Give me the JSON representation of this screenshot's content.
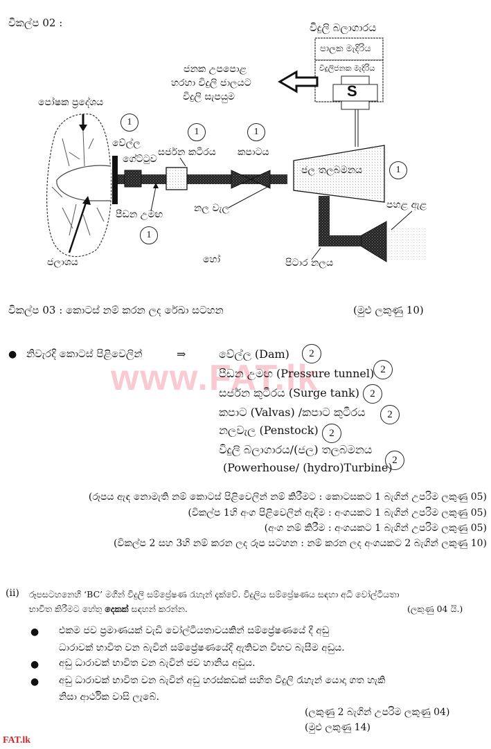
{
  "option2": {
    "title": "විකල්ප 02 :",
    "diagram": {
      "powerhouse_label": "විදුලි බලාගාරය",
      "control_room_label": "පාලක මැදිරිය",
      "generator_room_label": "විදුලිජනක මැදිරිය",
      "generator_symbol": "S",
      "supply_text": [
        "ජනක උපපොළ",
        "හරහා විදුලි ජාලයට",
        "විදුලි සැපයුම"
      ],
      "catchment_label": "පෝෂක ප්‍රදේශය",
      "dam_label": "වේල්ල",
      "gate_label": "ගේට්ටුව",
      "surge_tank_label": "සර්ජන කටීරය",
      "valve_label": "කපාටය",
      "turbine_label": "ජල තලබමනය",
      "pressure_tunnel_label": "පීඩන උමඟ",
      "penstock_label": "නල වැල",
      "reservoir_label": "ජලාශය",
      "or_label": "හෝ",
      "draft_tube_label": "පිටාර නලය",
      "tailrace_label": "පහළ ඇළ",
      "marks": [
        "1",
        "1",
        "1",
        "1",
        "1"
      ]
    }
  },
  "option3": {
    "title": "විකල්ප 03 : කොටස් නම් කරන ලද රේඛා සටහන",
    "total_marks": "(මුළු ලකුණු 10)"
  },
  "parts": {
    "intro": "නිවැරදි කොටස් පිළිවෙලින්",
    "arrow": "⇒",
    "items": [
      {
        "label": "වේල්ල (Dam)",
        "mark": "2"
      },
      {
        "label": "පීඩන උමඟ (Pressure tunnel)",
        "mark": "2"
      },
      {
        "label": "සර්ජන කුටීරය (Surge tank)",
        "mark": "2"
      },
      {
        "label": "කපාට (Valvas) /කපාට කුටීරය",
        "mark": "2"
      },
      {
        "label": "නලවැල (Penstock)",
        "mark": "2"
      },
      {
        "label": "විදුලි බලාගාරය/(ජල) තලබමනය",
        "label2": "(Powerhouse/ (hydro)Turbine)",
        "mark": "2"
      }
    ]
  },
  "watermark": "www.FAT.lk",
  "marking_notes": [
    "(රූපය ඇඳ නොමැති නම් කොටස් පිළිවෙලින් නම් කිරීමට : කොටසකට 1 බැගින් උපරිම ලකුණු 05)",
    "(විකල්ප 1හි අංග පිළිවෙලින් ඇඳීම : අංගයකට 1 බැගින් උපරිම ලකුණු 05)",
    "(අංග නම් කිරීම : අංගයකට 1 බැගින් උපරිම ලකුණු 05)",
    "(විකල්ප 2 සහ 3හි නම් කරන ලද රූප සටහන : නම් කරන ලද අංගයකට 2 බැගින් ලකුණු 10)"
  ],
  "question_ii": {
    "number": "(ii)",
    "line1": "රූපසටහනෙහි ‘BC’ මගින් විදුලි සම්ප්‍රේෂණ රැහැන් දැක්වේ. විදුලිය සම්ප්‍රේෂණය සඳහා අධි වෝල්ටීයතා",
    "line2_pre": "භාවිත කිරීමට හේතු ",
    "line2_bold": "දෙකක්",
    "line2_post": " සඳහන් කරන්න.",
    "marks": "(ලකුණු 04 යි.)",
    "answers": [
      {
        "lines": [
          "එකම ජව ප්‍රමාණයක් වැඩි වෝල්ටීයතාවයකින් සම්ප්‍රේෂණයේ දී අඩු",
          "ධාරාවක් භාවිත වන බැවින් සම්ප්‍රේෂණයේදී ඇතිවන විභව බැසීම අඩුය."
        ]
      },
      {
        "lines": [
          "අඩු ධාරාවක් භාවිත වන බැවින් ජව හානිය අඩුය."
        ]
      },
      {
        "lines": [
          "අඩු ධාරාවක් භාවිත වන බැවින් අඩු හරස්කඩක් සහිත විදුලි රැහැන් යොදා ගත හැකි",
          "නිසා ආර්ථික වාසි ලැබේ."
        ]
      }
    ],
    "mark_note": "(ලකුණු 2 බැගින් උපරිම ලකුණු 04)",
    "total": "(මුළු ලකුණු 14)"
  },
  "footer_brand": "FAT.lk"
}
